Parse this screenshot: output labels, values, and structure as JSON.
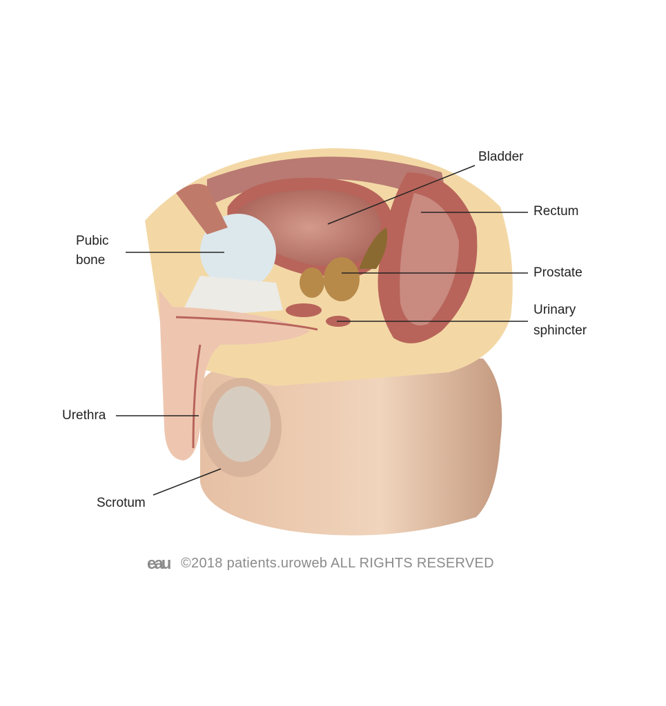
{
  "labels": {
    "bladder": "Bladder",
    "rectum": "Rectum",
    "pubic_bone_line1": "Pubic",
    "pubic_bone_line2": "bone",
    "prostate": "Prostate",
    "urinary_sphincter_line1": "Urinary",
    "urinary_sphincter_line2": "sphincter",
    "urethra": "Urethra",
    "scrotum": "Scrotum"
  },
  "footer": {
    "logo": "eau",
    "copyright": "©2018 patients.uroweb ALL RIGHTS RESERVED"
  },
  "colors": {
    "skin": "#e9c6aa",
    "fat": "#f3d8a6",
    "muscle": "#b8645a",
    "bladder_inner": "#c88a7e",
    "prostate": "#b88a4a",
    "bone": "#dde8ec",
    "text": "#222222",
    "footer_text": "#8a8a8a"
  }
}
